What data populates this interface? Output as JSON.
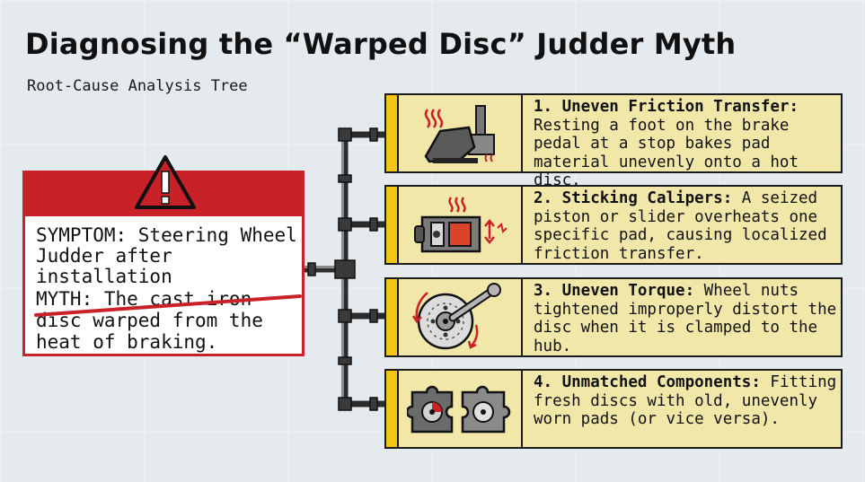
{
  "title": "Diagnosing the “Warped Disc” Judder Myth",
  "subtitle": "Root-Cause Analysis Tree",
  "symptom": {
    "text": "SYMPTOM: Steering Wheel Judder after installation",
    "myth": "MYTH: The cast iron disc warped from the heat of braking."
  },
  "causes": [
    {
      "heading": "1. Uneven Friction Transfer:",
      "body": " Resting a foot on the brake pedal at a stop bakes pad material unevenly onto a hot disc.",
      "icon": "brake-pedal-icon"
    },
    {
      "heading": "2. Sticking Calipers:",
      "body": " A seized piston or slider overheats one specific pad, causing localized friction transfer.",
      "icon": "caliper-icon"
    },
    {
      "heading": "3. Uneven Torque:",
      "body": " Wheel nuts tightened improperly distort the disc when it is clamped to the hub.",
      "icon": "wrench-disc-icon"
    },
    {
      "heading": "4. Unmatched Components:",
      "body": " Fitting fresh discs with old, unevenly worn pads (or vice versa).",
      "icon": "puzzle-icon"
    }
  ],
  "colors": {
    "red": "#c82128",
    "yellow": "#f2c616",
    "panel": "#f1e7a8",
    "pipe": "#2f2f2f"
  }
}
